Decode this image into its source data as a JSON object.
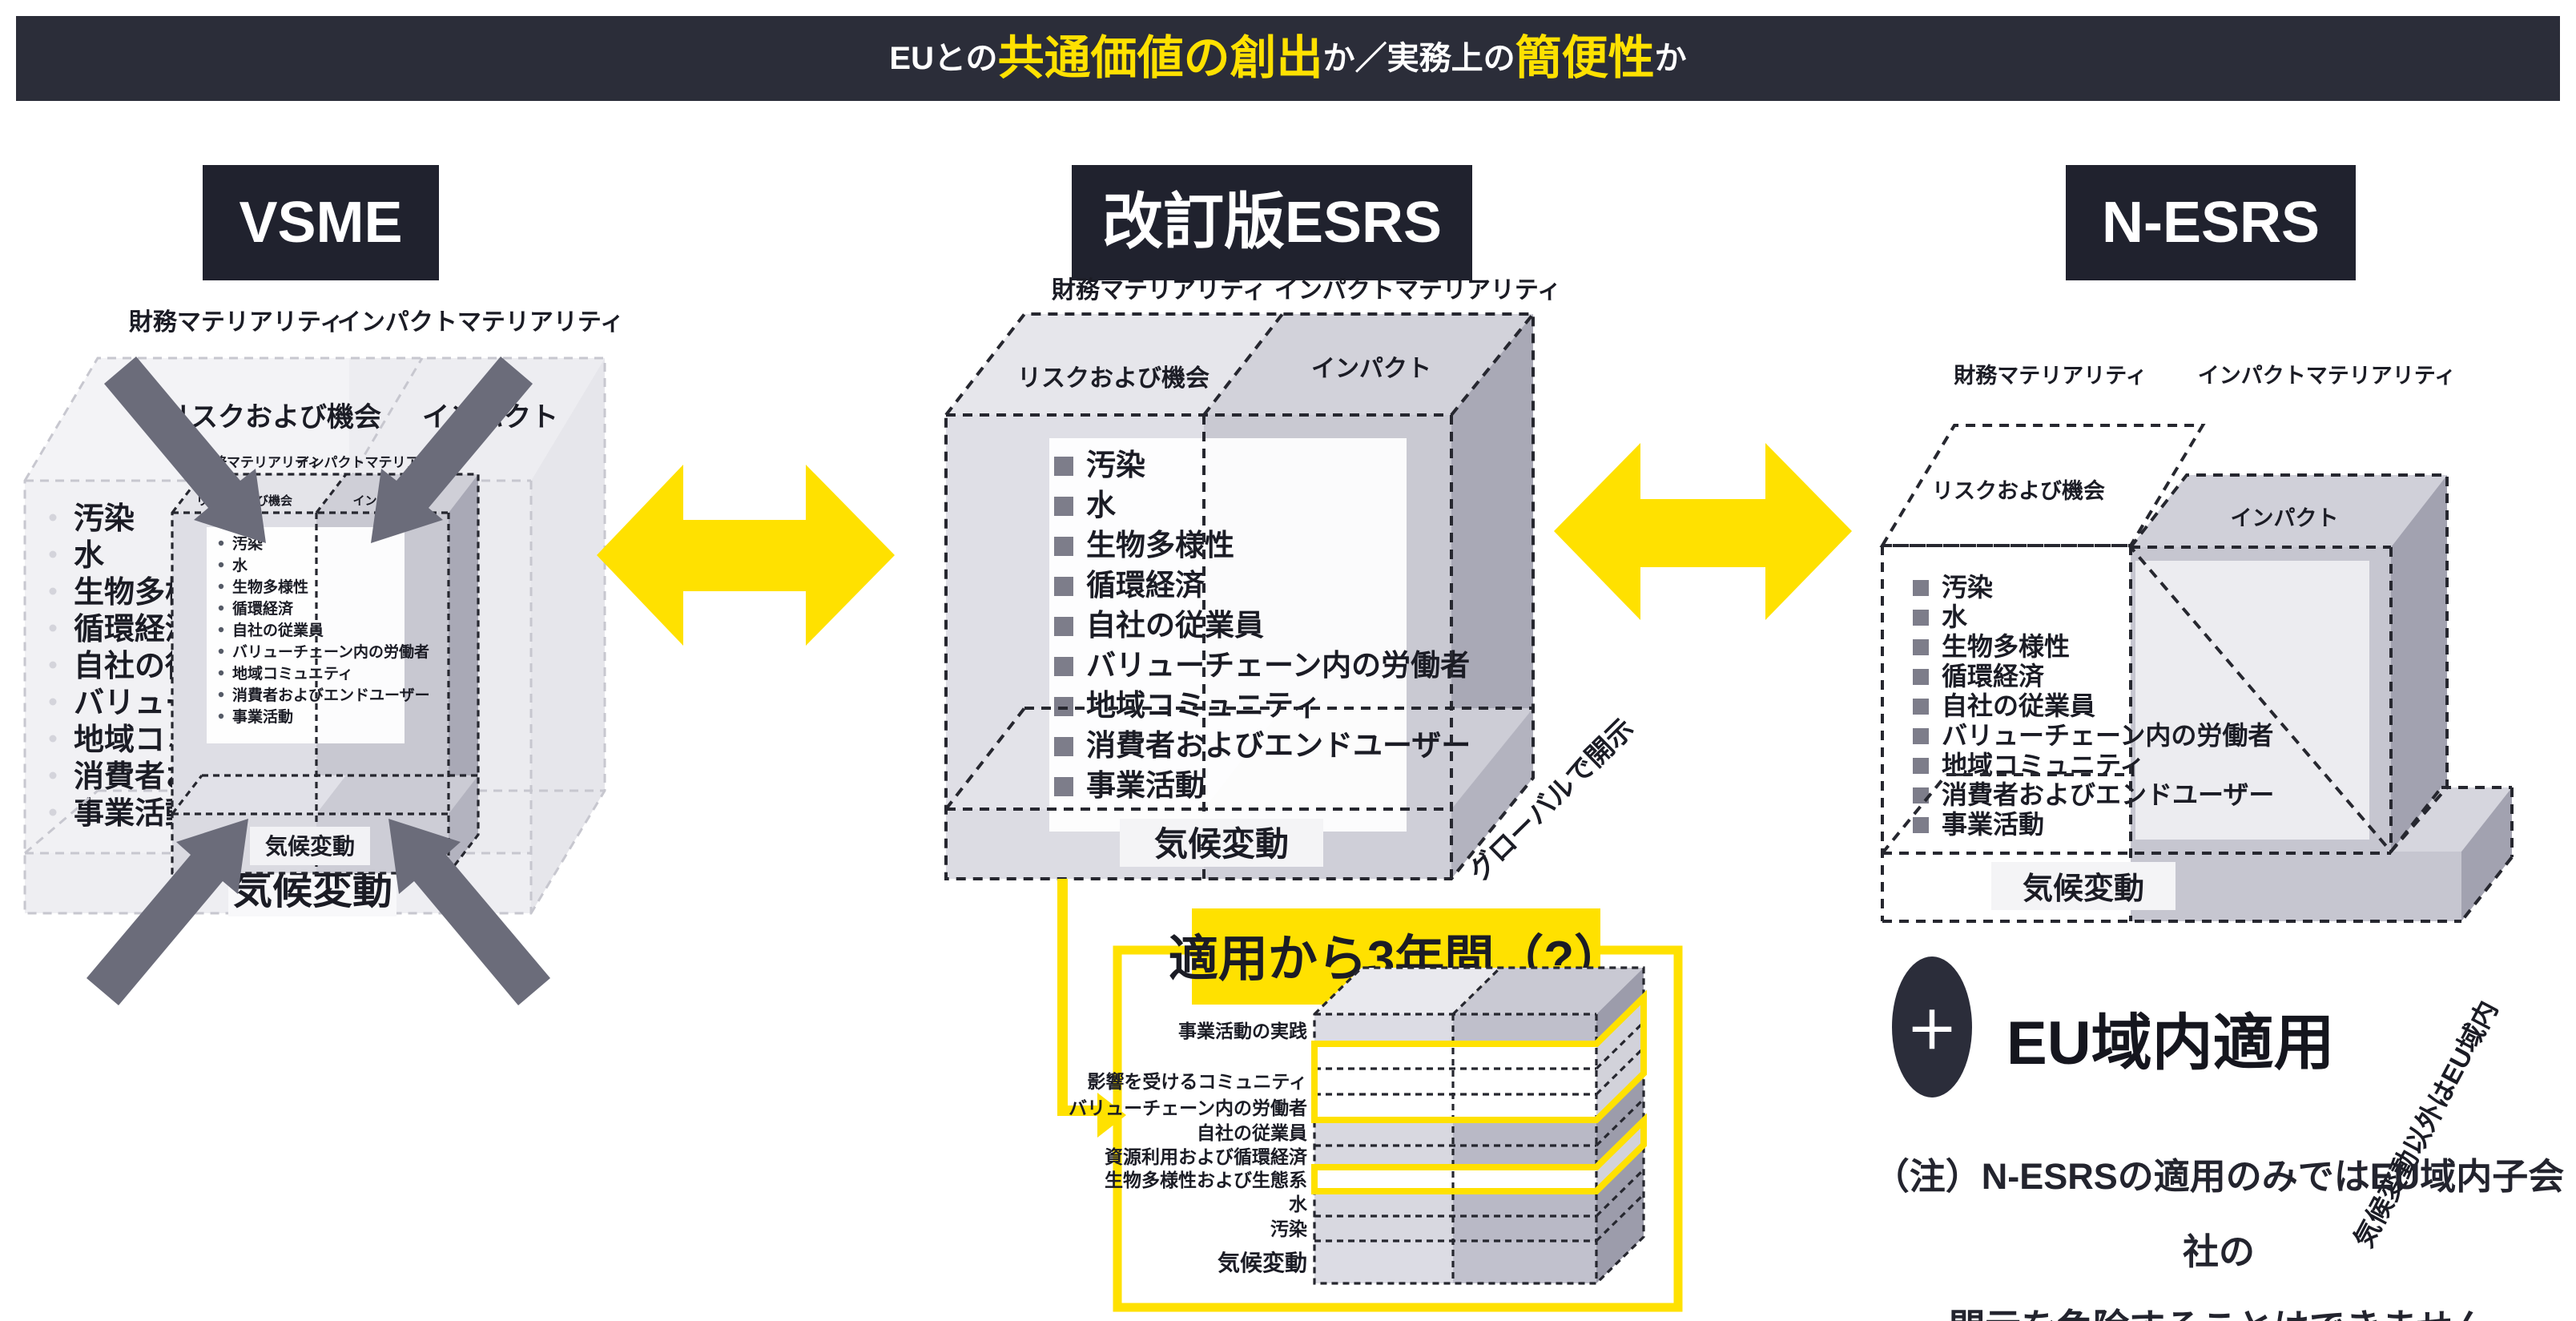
{
  "header": {
    "prefix": "EUとの",
    "highlight1": "共通価値の創出",
    "middle": "か／実務上の",
    "highlight2": "簡便性",
    "suffix": "か"
  },
  "titles": {
    "vsme": "VSME",
    "esrs_prefix": "改訂版",
    "esrs_suffix": "ESRS",
    "nesrs": "N-ESRS"
  },
  "materiality": {
    "financial": "財務マテリアリティ",
    "impact": "インパクトマテリアリティ",
    "risks_opportunities": "リスクおよび機会",
    "impact_face": "インパクト",
    "climate": "気候変動"
  },
  "topics": [
    "汚染",
    "水",
    "生物多様性",
    "循環経済",
    "自社の従業員",
    "バリューチェーン内の労働者",
    "地域コミュニティ",
    "消費者およびエンドユーザー",
    "事業活動"
  ],
  "esrs_note": "グローバルで開示",
  "nesrs_note": "気候変動以外はEU域内",
  "transition": {
    "title": "適用から3年間（?）",
    "layers": [
      "事業活動の実践",
      "影響を受けるコミュニティ",
      "バリューチェーン内の労働者",
      "自社の従業員",
      "資源利用および循環経済",
      "生物多様性および生態系",
      "水",
      "汚染",
      "気候変動"
    ]
  },
  "eu_application": {
    "plus": "＋",
    "label": "EU域内適用",
    "note_line1": "（注）N-ESRSの適用のみではEU域内子会社の",
    "note_line2": "開示を免除することはできません"
  },
  "colors": {
    "accent_yellow": "#FFE100",
    "bar_bg": "#2B2D39",
    "box_bg": "#20222E",
    "arrow_gray": "#6B6C7A"
  }
}
